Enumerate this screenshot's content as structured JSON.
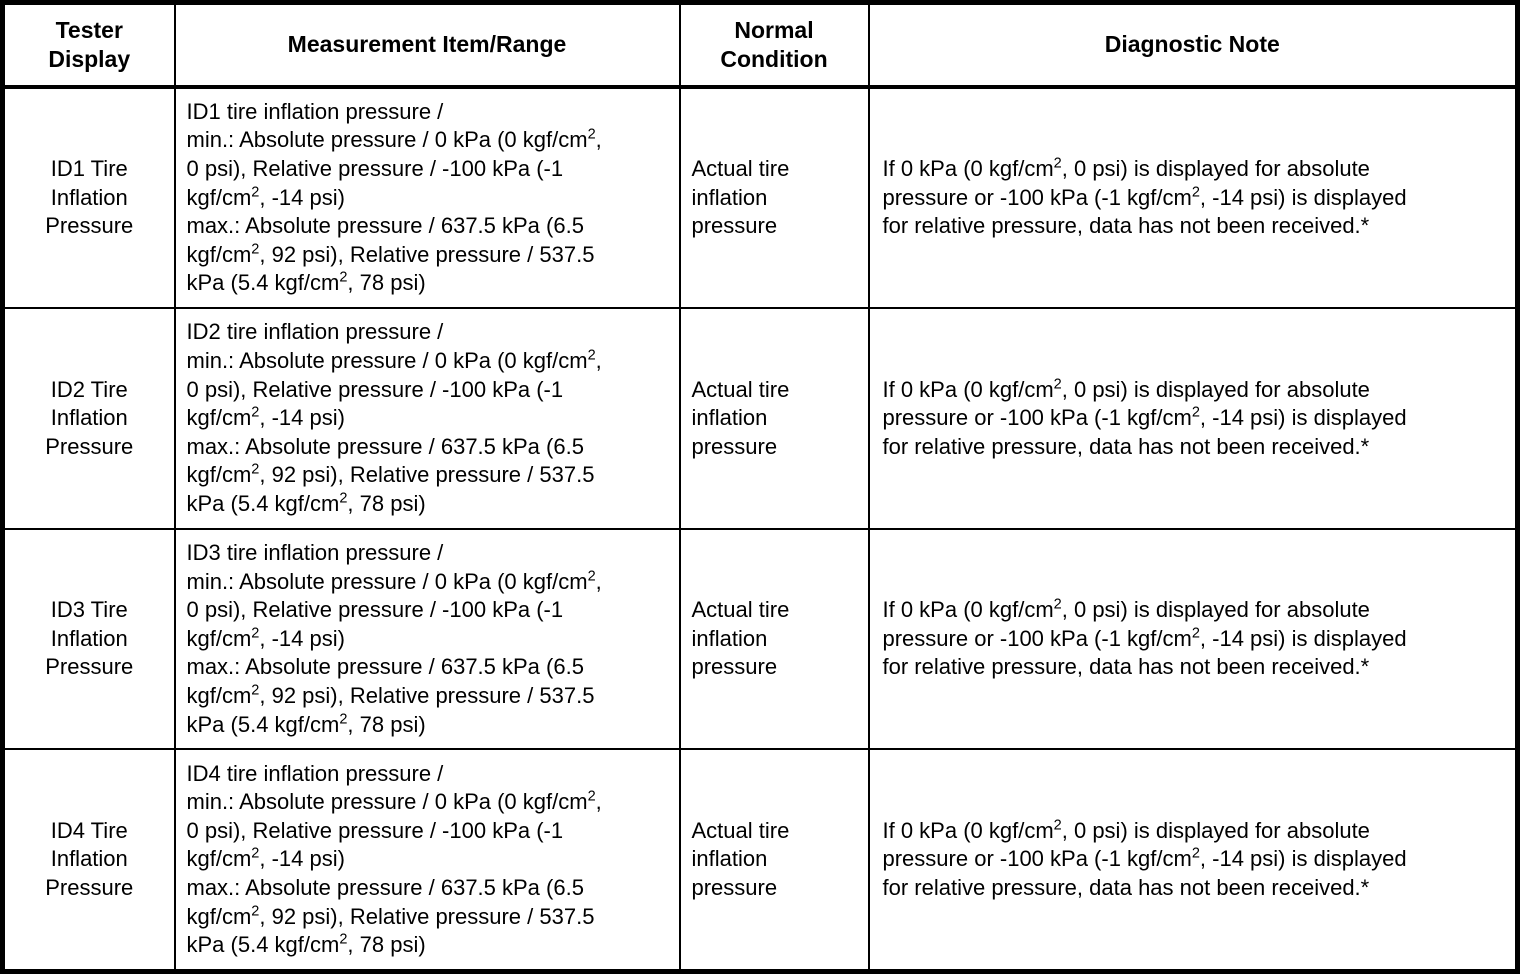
{
  "table": {
    "headers": [
      {
        "label": "Tester\nDisplay",
        "name": "header-tester-display"
      },
      {
        "label": "Measurement Item/Range",
        "name": "header-measurement-item-range"
      },
      {
        "label": "Normal\nCondition",
        "name": "header-normal-condition"
      },
      {
        "label": "Diagnostic Note",
        "name": "header-diagnostic-note"
      }
    ],
    "rows": [
      {
        "tester_display": "ID1 Tire\nInflation\nPressure",
        "measurement": {
          "title": "ID1 tire inflation pressure /",
          "min_label": "min.:",
          "min_text": "min.: Absolute pressure / 0 kPa (0 kgf/cm2, 0 psi), Relative pressure / -100 kPa (-1 kgf/cm2, -14 psi)",
          "max_text": "max.: Absolute pressure / 637.5 kPa (6.5 kgf/cm2, 92 psi), Relative pressure / 537.5 kPa (5.4 kgf/cm2, 78 psi)",
          "lines": [
            [
              {
                "t": "ID1 tire inflation pressure /"
              }
            ],
            [
              {
                "t": "min.: Absolute pressure / 0 kPa (0 kgf/cm"
              },
              {
                "t": "2",
                "sup": true
              },
              {
                "t": ","
              }
            ],
            [
              {
                "t": "0 psi), Relative pressure / -100 kPa (-1"
              }
            ],
            [
              {
                "t": "kgf/cm"
              },
              {
                "t": "2",
                "sup": true
              },
              {
                "t": ", -14 psi)"
              }
            ],
            [
              {
                "t": "max.: Absolute pressure / 637.5 kPa (6.5"
              }
            ],
            [
              {
                "t": "kgf/cm"
              },
              {
                "t": "2",
                "sup": true
              },
              {
                "t": ", 92 psi), Relative pressure / 537.5"
              }
            ],
            [
              {
                "t": "kPa (5.4 kgf/cm"
              },
              {
                "t": "2",
                "sup": true
              },
              {
                "t": ", 78 psi)"
              }
            ]
          ]
        },
        "normal_condition": "Actual tire\ninflation\npressure",
        "diagnostic_note": {
          "text": "If 0 kPa (0 kgf/cm2, 0 psi) is displayed for absolute pressure or -100 kPa (-1 kgf/cm2, -14 psi) is displayed for relative pressure, data has not been received.*",
          "lines": [
            [
              {
                "t": "If 0 kPa (0 kgf/cm"
              },
              {
                "t": "2",
                "sup": true
              },
              {
                "t": ", 0 psi) is displayed for absolute"
              }
            ],
            [
              {
                "t": "pressure or -100 kPa (-1 kgf/cm"
              },
              {
                "t": "2",
                "sup": true
              },
              {
                "t": ", -14 psi) is displayed"
              }
            ],
            [
              {
                "t": "for relative pressure, data has not been received.*"
              }
            ]
          ]
        }
      },
      {
        "tester_display": "ID2 Tire\nInflation\nPressure",
        "measurement": {
          "title": "ID2 tire inflation pressure /",
          "min_label": "min.:",
          "min_text": "min.: Absolute pressure / 0 kPa (0 kgf/cm2, 0 psi), Relative pressure / -100 kPa (-1 kgf/cm2, -14 psi)",
          "max_text": "max.: Absolute pressure / 637.5 kPa (6.5 kgf/cm2, 92 psi), Relative pressure / 537.5 kPa (5.4 kgf/cm2, 78 psi)",
          "lines": [
            [
              {
                "t": "ID2 tire inflation pressure /"
              }
            ],
            [
              {
                "t": "min.: Absolute pressure / 0 kPa (0 kgf/cm"
              },
              {
                "t": "2",
                "sup": true
              },
              {
                "t": ","
              }
            ],
            [
              {
                "t": "0 psi), Relative pressure / -100 kPa (-1"
              }
            ],
            [
              {
                "t": "kgf/cm"
              },
              {
                "t": "2",
                "sup": true
              },
              {
                "t": ", -14 psi)"
              }
            ],
            [
              {
                "t": "max.: Absolute pressure / 637.5 kPa (6.5"
              }
            ],
            [
              {
                "t": "kgf/cm"
              },
              {
                "t": "2",
                "sup": true
              },
              {
                "t": ", 92 psi), Relative pressure / 537.5"
              }
            ],
            [
              {
                "t": "kPa (5.4 kgf/cm"
              },
              {
                "t": "2",
                "sup": true
              },
              {
                "t": ", 78 psi)"
              }
            ]
          ]
        },
        "normal_condition": "Actual tire\ninflation\npressure",
        "diagnostic_note": {
          "text": "If 0 kPa (0 kgf/cm2, 0 psi) is displayed for absolute pressure or -100 kPa (-1 kgf/cm2, -14 psi) is displayed for relative pressure, data has not been received.*",
          "lines": [
            [
              {
                "t": "If 0 kPa (0 kgf/cm"
              },
              {
                "t": "2",
                "sup": true
              },
              {
                "t": ", 0 psi) is displayed for absolute"
              }
            ],
            [
              {
                "t": "pressure or -100 kPa (-1 kgf/cm"
              },
              {
                "t": "2",
                "sup": true
              },
              {
                "t": ", -14 psi) is displayed"
              }
            ],
            [
              {
                "t": "for relative pressure, data has not been received.*"
              }
            ]
          ]
        }
      },
      {
        "tester_display": "ID3 Tire\nInflation\nPressure",
        "measurement": {
          "title": "ID3 tire inflation pressure /",
          "min_label": "min.:",
          "min_text": "min.: Absolute pressure / 0 kPa (0 kgf/cm2, 0 psi), Relative pressure / -100 kPa (-1 kgf/cm2, -14 psi)",
          "max_text": "max.: Absolute pressure / 637.5 kPa (6.5 kgf/cm2, 92 psi), Relative pressure / 537.5 kPa (5.4 kgf/cm2, 78 psi)",
          "lines": [
            [
              {
                "t": "ID3 tire inflation pressure /"
              }
            ],
            [
              {
                "t": "min.: Absolute pressure / 0 kPa (0 kgf/cm"
              },
              {
                "t": "2",
                "sup": true
              },
              {
                "t": ","
              }
            ],
            [
              {
                "t": "0 psi), Relative pressure / -100 kPa (-1"
              }
            ],
            [
              {
                "t": "kgf/cm"
              },
              {
                "t": "2",
                "sup": true
              },
              {
                "t": ", -14 psi)"
              }
            ],
            [
              {
                "t": "max.: Absolute pressure / 637.5 kPa (6.5"
              }
            ],
            [
              {
                "t": "kgf/cm"
              },
              {
                "t": "2",
                "sup": true
              },
              {
                "t": ", 92 psi), Relative pressure / 537.5"
              }
            ],
            [
              {
                "t": "kPa (5.4 kgf/cm"
              },
              {
                "t": "2",
                "sup": true
              },
              {
                "t": ", 78 psi)"
              }
            ]
          ]
        },
        "normal_condition": "Actual tire\ninflation\npressure",
        "diagnostic_note": {
          "text": "If 0 kPa (0 kgf/cm2, 0 psi) is displayed for absolute pressure or -100 kPa (-1 kgf/cm2, -14 psi) is displayed for relative pressure, data has not been received.*",
          "lines": [
            [
              {
                "t": "If 0 kPa (0 kgf/cm"
              },
              {
                "t": "2",
                "sup": true
              },
              {
                "t": ", 0 psi) is displayed for absolute"
              }
            ],
            [
              {
                "t": "pressure or -100 kPa (-1 kgf/cm"
              },
              {
                "t": "2",
                "sup": true
              },
              {
                "t": ", -14 psi) is displayed"
              }
            ],
            [
              {
                "t": "for relative pressure, data has not been received.*"
              }
            ]
          ]
        }
      },
      {
        "tester_display": "ID4 Tire\nInflation\nPressure",
        "measurement": {
          "title": "ID4 tire inflation pressure /",
          "min_label": "min.:",
          "min_text": "min.: Absolute pressure / 0 kPa (0 kgf/cm2, 0 psi), Relative pressure / -100 kPa (-1 kgf/cm2, -14 psi)",
          "max_text": "max.: Absolute pressure / 637.5 kPa (6.5 kgf/cm2, 92 psi), Relative pressure / 537.5 kPa (5.4 kgf/cm2, 78 psi)",
          "lines": [
            [
              {
                "t": "ID4 tire inflation pressure /"
              }
            ],
            [
              {
                "t": "min.: Absolute pressure / 0 kPa (0 kgf/cm"
              },
              {
                "t": "2",
                "sup": true
              },
              {
                "t": ","
              }
            ],
            [
              {
                "t": "0 psi), Relative pressure / -100 kPa (-1"
              }
            ],
            [
              {
                "t": "kgf/cm"
              },
              {
                "t": "2",
                "sup": true
              },
              {
                "t": ", -14 psi)"
              }
            ],
            [
              {
                "t": "max.: Absolute pressure / 637.5 kPa (6.5"
              }
            ],
            [
              {
                "t": "kgf/cm"
              },
              {
                "t": "2",
                "sup": true
              },
              {
                "t": ", 92 psi), Relative pressure / 537.5"
              }
            ],
            [
              {
                "t": "kPa (5.4 kgf/cm"
              },
              {
                "t": "2",
                "sup": true
              },
              {
                "t": ", 78 psi)"
              }
            ]
          ]
        },
        "normal_condition": "Actual tire\ninflation\npressure",
        "diagnostic_note": {
          "text": "If 0 kPa (0 kgf/cm2, 0 psi) is displayed for absolute pressure or -100 kPa (-1 kgf/cm2, -14 psi) is displayed for relative pressure, data has not been received.*",
          "lines": [
            [
              {
                "t": "If 0 kPa (0 kgf/cm"
              },
              {
                "t": "2",
                "sup": true
              },
              {
                "t": ", 0 psi) is displayed for absolute"
              }
            ],
            [
              {
                "t": "pressure or -100 kPa (-1 kgf/cm"
              },
              {
                "t": "2",
                "sup": true
              },
              {
                "t": ", -14 psi) is displayed"
              }
            ],
            [
              {
                "t": "for relative pressure, data has not been received.*"
              }
            ]
          ]
        }
      }
    ]
  },
  "colors": {
    "border": "#000000",
    "text": "#000000",
    "background": "#ffffff"
  }
}
